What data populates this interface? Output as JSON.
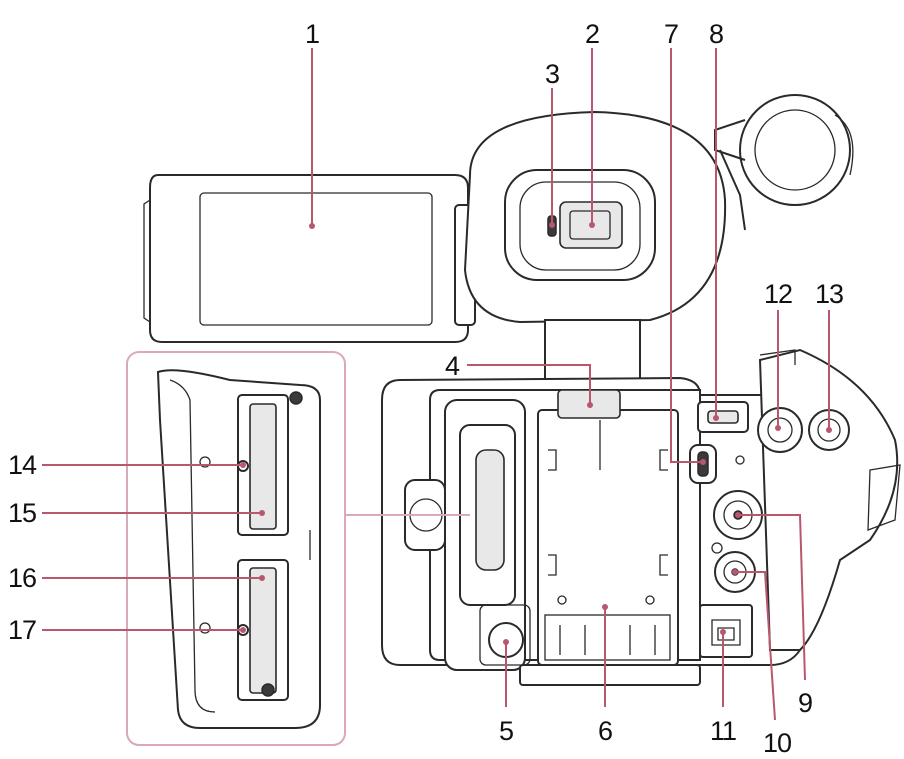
{
  "callouts": [
    {
      "id": "1",
      "label": "1"
    },
    {
      "id": "2",
      "label": "2"
    },
    {
      "id": "3",
      "label": "3"
    },
    {
      "id": "4",
      "label": "4"
    },
    {
      "id": "5",
      "label": "5"
    },
    {
      "id": "6",
      "label": "6"
    },
    {
      "id": "7",
      "label": "7"
    },
    {
      "id": "8",
      "label": "8"
    },
    {
      "id": "9",
      "label": "9"
    },
    {
      "id": "10",
      "label": "10"
    },
    {
      "id": "11",
      "label": "11"
    },
    {
      "id": "12",
      "label": "12"
    },
    {
      "id": "13",
      "label": "13"
    },
    {
      "id": "14",
      "label": "14"
    },
    {
      "id": "15",
      "label": "15"
    },
    {
      "id": "16",
      "label": "16"
    },
    {
      "id": "17",
      "label": "17"
    }
  ],
  "colors": {
    "leader": "#b8576e",
    "outline": "#2a2a2a",
    "background": "#ffffff"
  }
}
